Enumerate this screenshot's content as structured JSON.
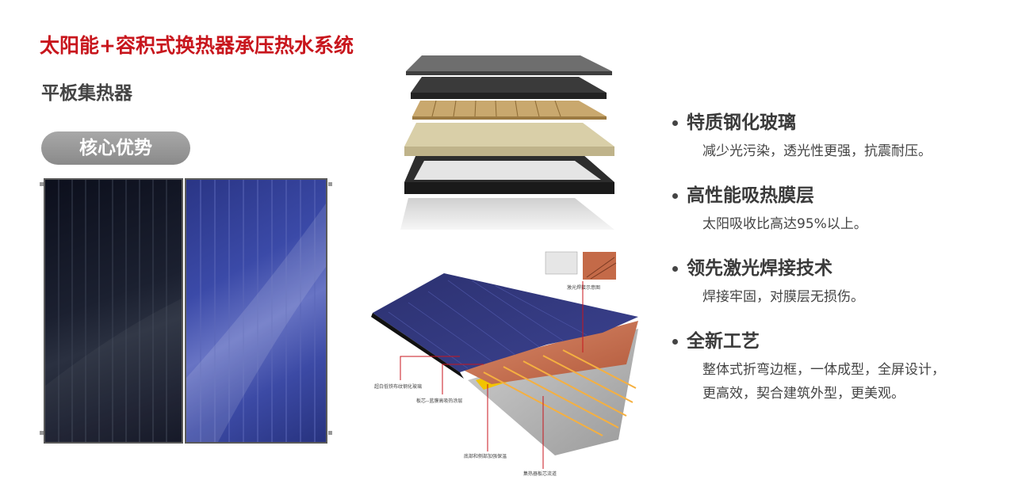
{
  "title": "太阳能+容积式换热器承压热水系统",
  "subtitle": "平板集热器",
  "badge": "核心优势",
  "features": [
    {
      "heading": "特质钢化玻璃",
      "lines": [
        "减少光污染，透光性更强，抗震耐压。"
      ]
    },
    {
      "heading": "高性能吸热膜层",
      "lines": [
        "太阳吸收比高达95%以上。"
      ]
    },
    {
      "heading": "领先激光焊接技术",
      "lines": [
        "焊接牢固，对膜层无损伤。"
      ]
    },
    {
      "heading": "全新工艺",
      "lines": [
        "整体式折弯边框，一体成型，全屏设计，",
        "更高效，契合建筑外型，更美观。"
      ]
    }
  ],
  "diagram_labels": {
    "weld": "激光焊接示意图",
    "glass": "超白低铁布纹钢化玻璃",
    "film": "板芯--蓝膜高吸热涂层",
    "insulation": "底部和侧部加强保温",
    "pipe": "集热器板芯流道"
  },
  "colors": {
    "title": "#c8161d",
    "badge": "#999999",
    "text": "#444444"
  }
}
